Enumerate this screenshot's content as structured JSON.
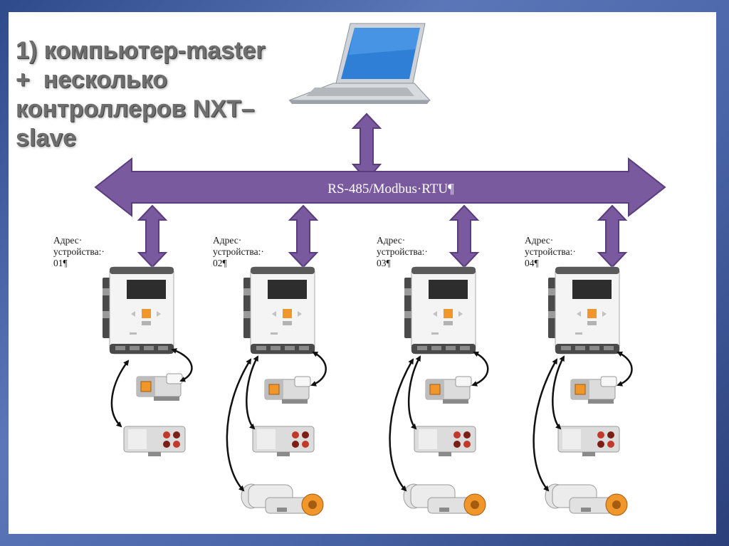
{
  "title_lines": [
    "1) компьютер-master",
    "+  несколько",
    "контроллеров NXT–",
    "slave"
  ],
  "bus_label": "RS-485/Modbus·RTU¶",
  "devices": [
    {
      "addr_lines": [
        "Адрес·",
        "устройства:·",
        "01¶"
      ]
    },
    {
      "addr_lines": [
        "Адрес·",
        "устройства:·",
        "02¶"
      ]
    },
    {
      "addr_lines": [
        "Адрес·",
        "устройства:·",
        "03¶"
      ]
    },
    {
      "addr_lines": [
        "Адрес·",
        "устройства:·",
        "04¶"
      ]
    }
  ],
  "colors": {
    "bus_fill": "#7a5a9e",
    "bus_stroke": "#5a3d7e",
    "background_frame": "#3c5797",
    "nxt_orange": "#f0962a"
  },
  "icons": [
    "laptop",
    "nxt-brick",
    "touch-sensor",
    "light-sensor",
    "servo-motor"
  ]
}
